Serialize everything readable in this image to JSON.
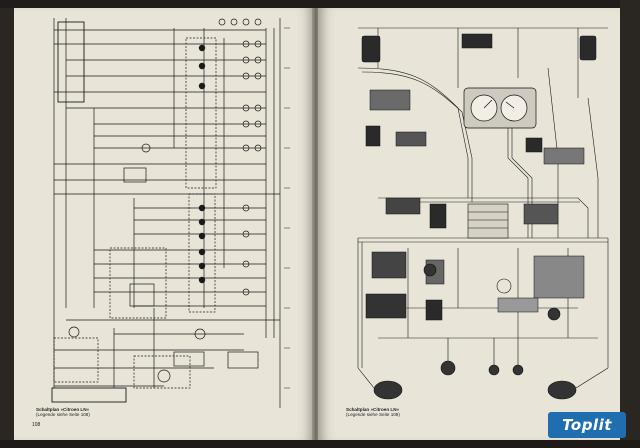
{
  "left_page": {
    "caption_title": "Schaltplan »Citroen LN«",
    "caption_sub": "(Legende siehe Seite 108)",
    "page_number": "108"
  },
  "right_page": {
    "caption_title": "Schaltplan »Citroen LN«",
    "caption_sub": "(Legende siehe Seite 108)"
  },
  "logo": {
    "text": "Toplit"
  }
}
